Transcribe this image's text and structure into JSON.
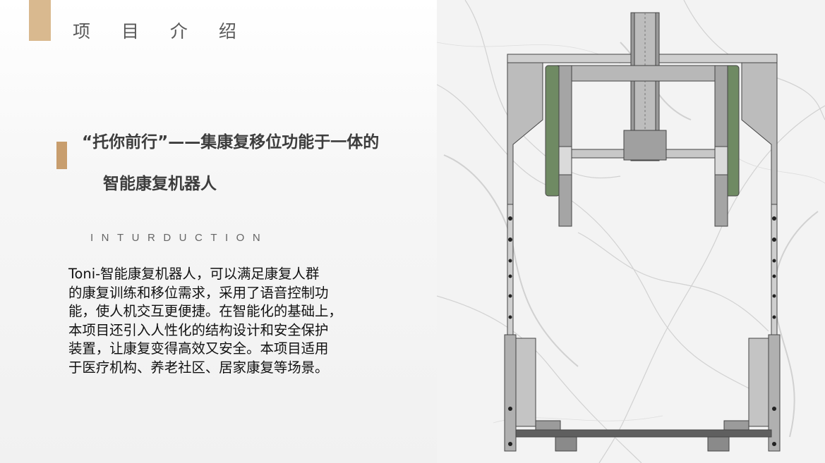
{
  "header": {
    "section_title": "项 目 介 绍"
  },
  "subtitle": {
    "line1": "“托你前行”——集康复移位功能于一体的",
    "line2": "智能康复机器人"
  },
  "english_label": "INTURDUCTION",
  "description": "Toni-智能康复机器人，可以满足康复人群\n的康复训练和移位需求，采用了语音控制功\n能，使人机交互更便捷。在智能化的基础上，\n本项目还引入人性化的结构设计和安全保护\n装置，让康复变得高效又安全。本项目适用\n于医疗机构、养老社区、居家康复等场景。",
  "colors": {
    "accent_light": "#d9b98f",
    "accent_dark": "#c89e6e",
    "frame_gray": "#a9a9a9",
    "frame_green": "#6f8a63"
  },
  "image": {
    "icon": "robot-frame-drawing-icon"
  }
}
